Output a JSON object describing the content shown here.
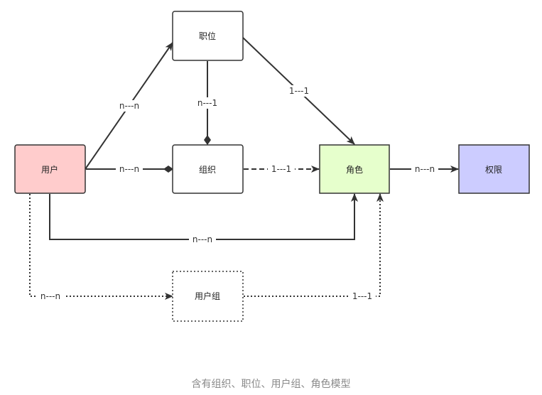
{
  "nodes": {
    "user": {
      "label": "用户",
      "fill": "#ffcccc"
    },
    "position": {
      "label": "职位",
      "fill": "#ffffff"
    },
    "org": {
      "label": "组织",
      "fill": "#ffffff"
    },
    "role": {
      "label": "角色",
      "fill": "#e6ffcc"
    },
    "permission": {
      "label": "权限",
      "fill": "#ccccff"
    },
    "user_group": {
      "label": "用户组",
      "fill": "#ffffff"
    }
  },
  "edges": {
    "user_position": "n---n",
    "position_org": "n---1",
    "position_role": "1---1",
    "user_org": "n---n",
    "org_role": "1---1",
    "role_permission": "n---n",
    "user_role": "n---n",
    "user_usergroup": "n---n",
    "usergroup_role": "1---1"
  },
  "caption": "含有组织、职位、用户组、角色模型"
}
